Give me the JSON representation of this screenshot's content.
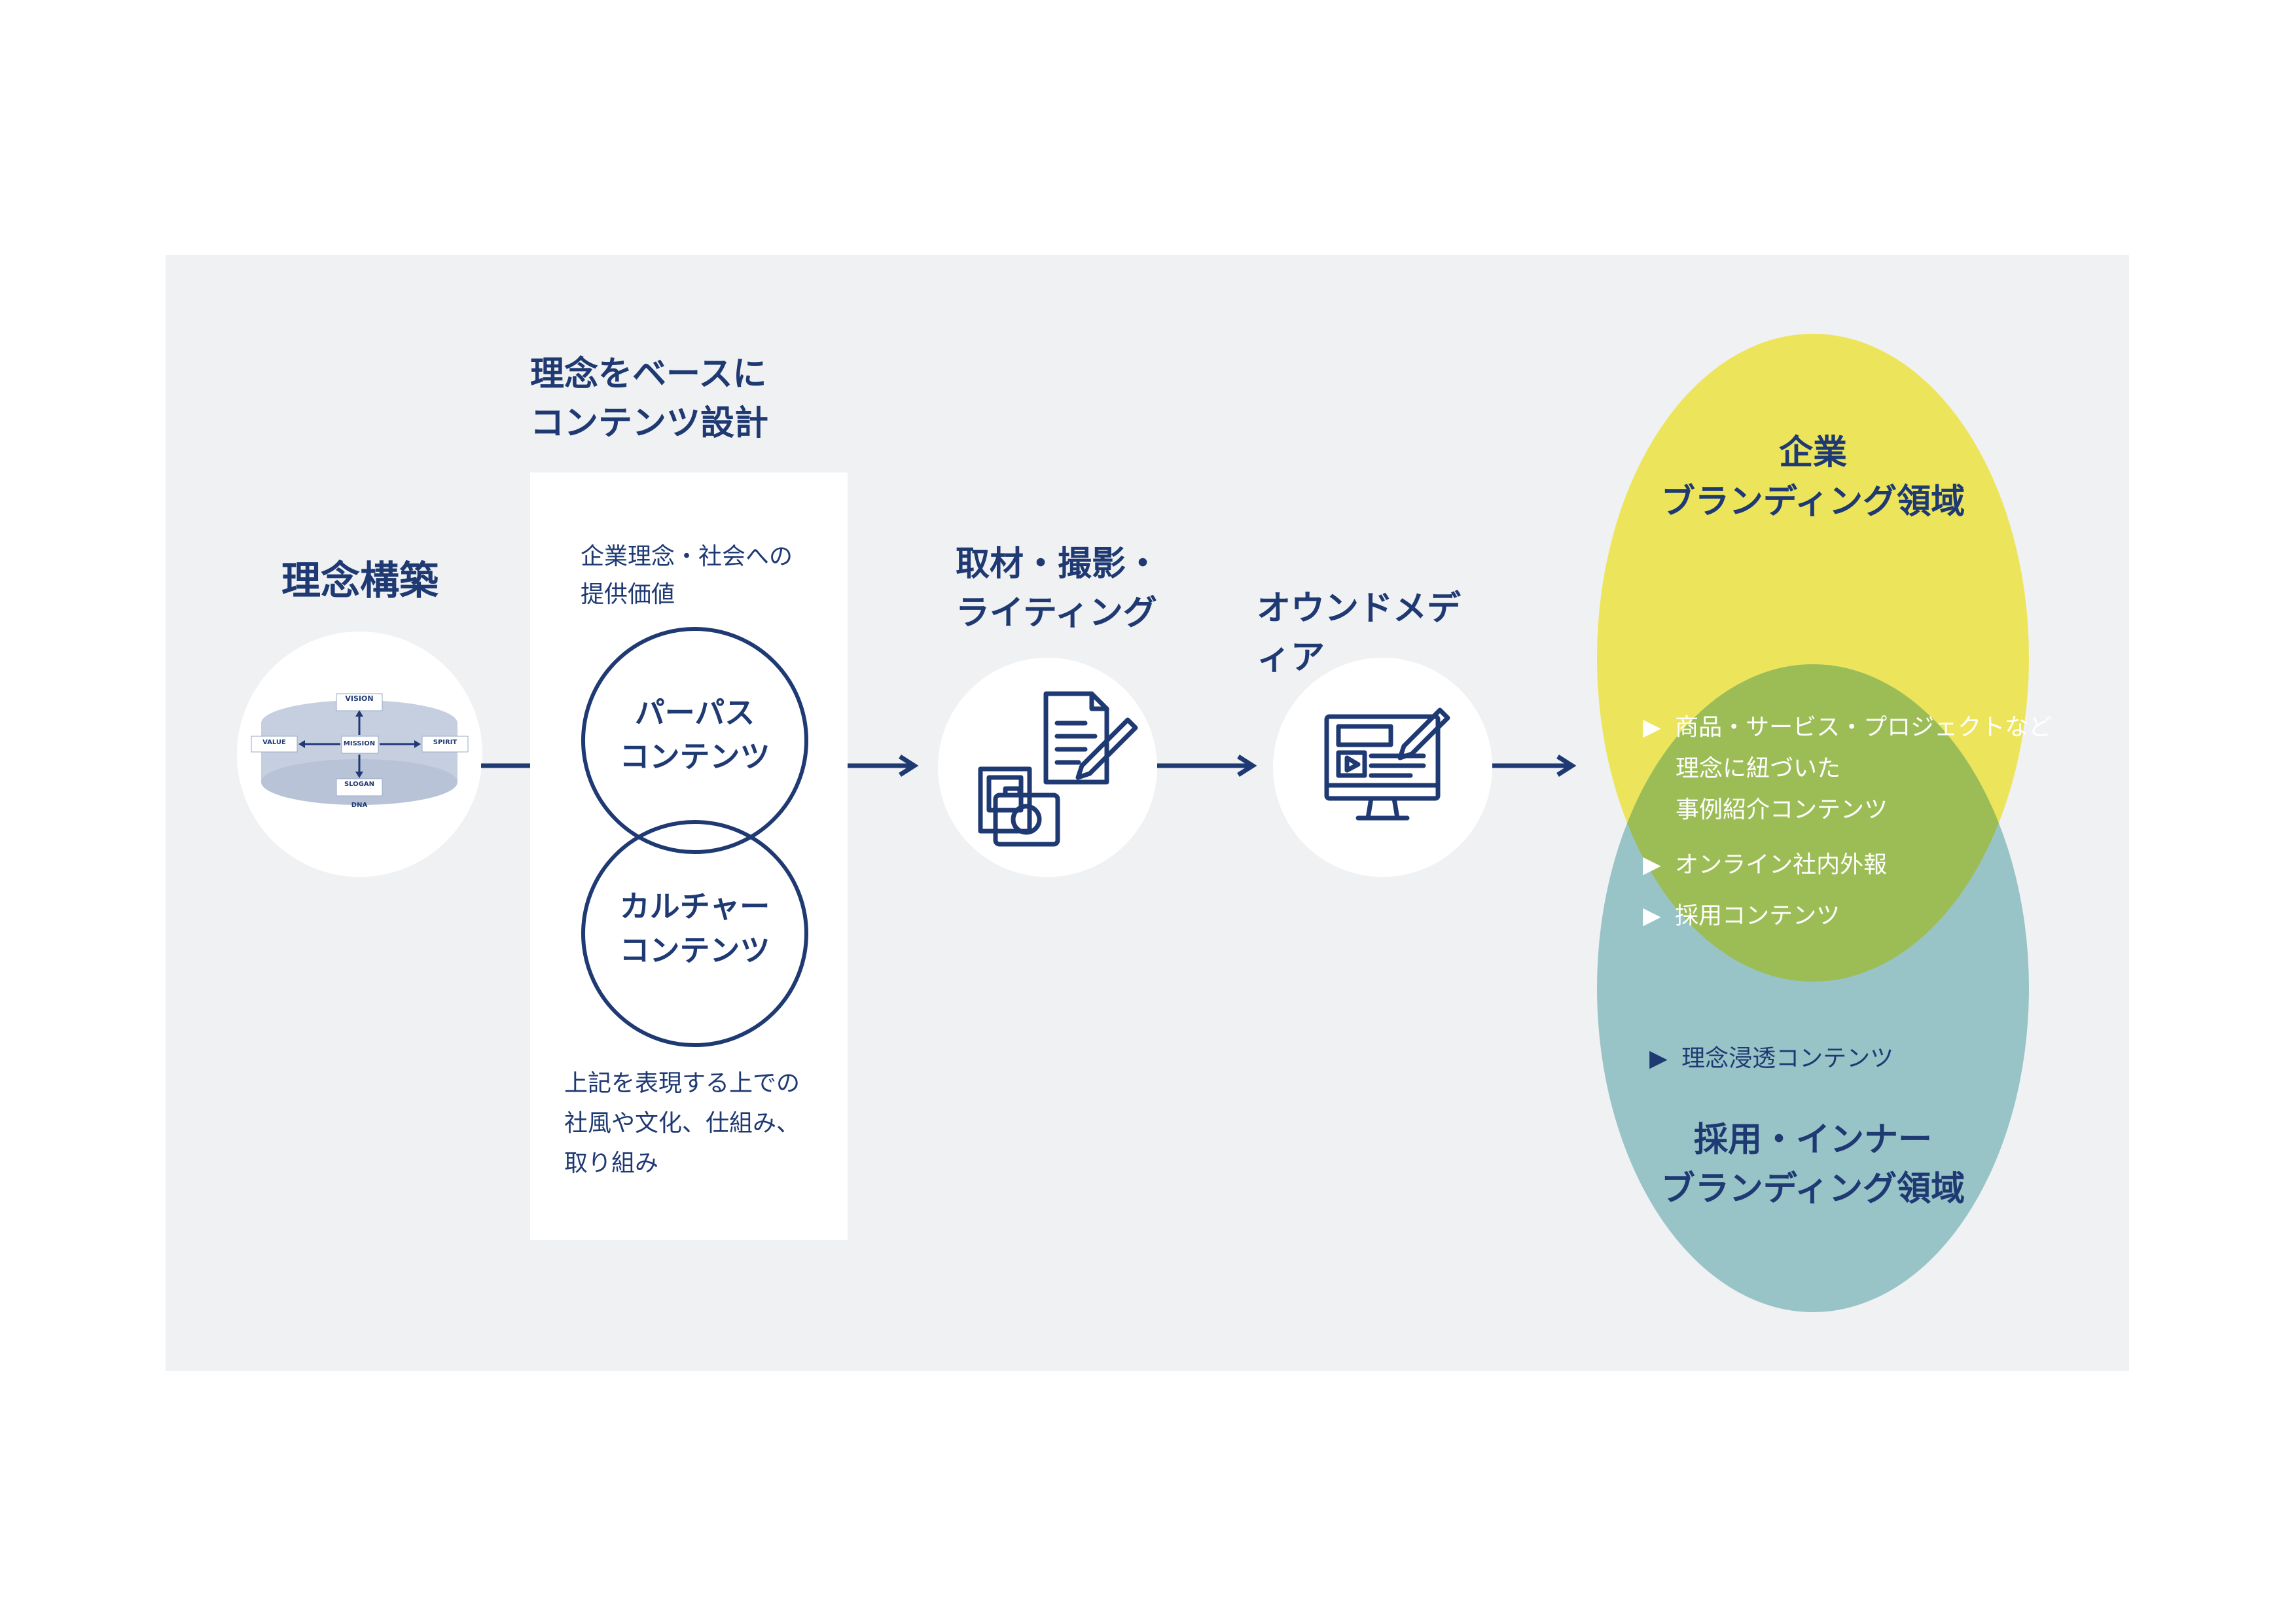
{
  "step1": {
    "title": "理念構築"
  },
  "diagram_labels": {
    "vision": "VISION",
    "mission": "MISSION",
    "value": "VALUE",
    "spirit": "SPIRIT",
    "slogan": "SLOGAN",
    "dna": "DNA"
  },
  "step2": {
    "title_line1": "理念をベースに",
    "title_line2": "コンテンツ設計",
    "desc_top_line1": "企業理念・社会への",
    "desc_top_line2": "提供価値",
    "circle1_line1": "パーパス",
    "circle1_line2": "コンテンツ",
    "circle2_line1": "カルチャー",
    "circle2_line2": "コンテンツ",
    "desc_bottom_line1": "上記を表現する上での",
    "desc_bottom_line2": "社風や文化、仕組み、",
    "desc_bottom_line3": "取り組み"
  },
  "step3": {
    "title_line1": "取材・撮影・",
    "title_line2": "ライティング"
  },
  "step4": {
    "title": "オウンドメディア"
  },
  "venn": {
    "top_title_line1": "企業",
    "top_title_line2": "ブランディング領域",
    "bullets_overlap": [
      {
        "marker": "▶",
        "line1": "商品・サービス・プロジェクトなど",
        "line2": "理念に紐づいた",
        "line3": "事例紹介コンテンツ"
      },
      {
        "marker": "▶",
        "line1": "オンライン社内外報"
      },
      {
        "marker": "▶",
        "line1": "採用コンテンツ"
      }
    ],
    "bottom_bullet": {
      "marker": "▶",
      "text": "理念浸透コンテンツ"
    },
    "bottom_title_line1": "採用・インナー",
    "bottom_title_line2": "ブランディング領域",
    "colors": {
      "top": "#ece55c",
      "bottom": "#98c4c7",
      "overlap": "#9cbd56"
    }
  },
  "colors": {
    "navy": "#1f3a73",
    "panel": "#f0f1f3"
  }
}
